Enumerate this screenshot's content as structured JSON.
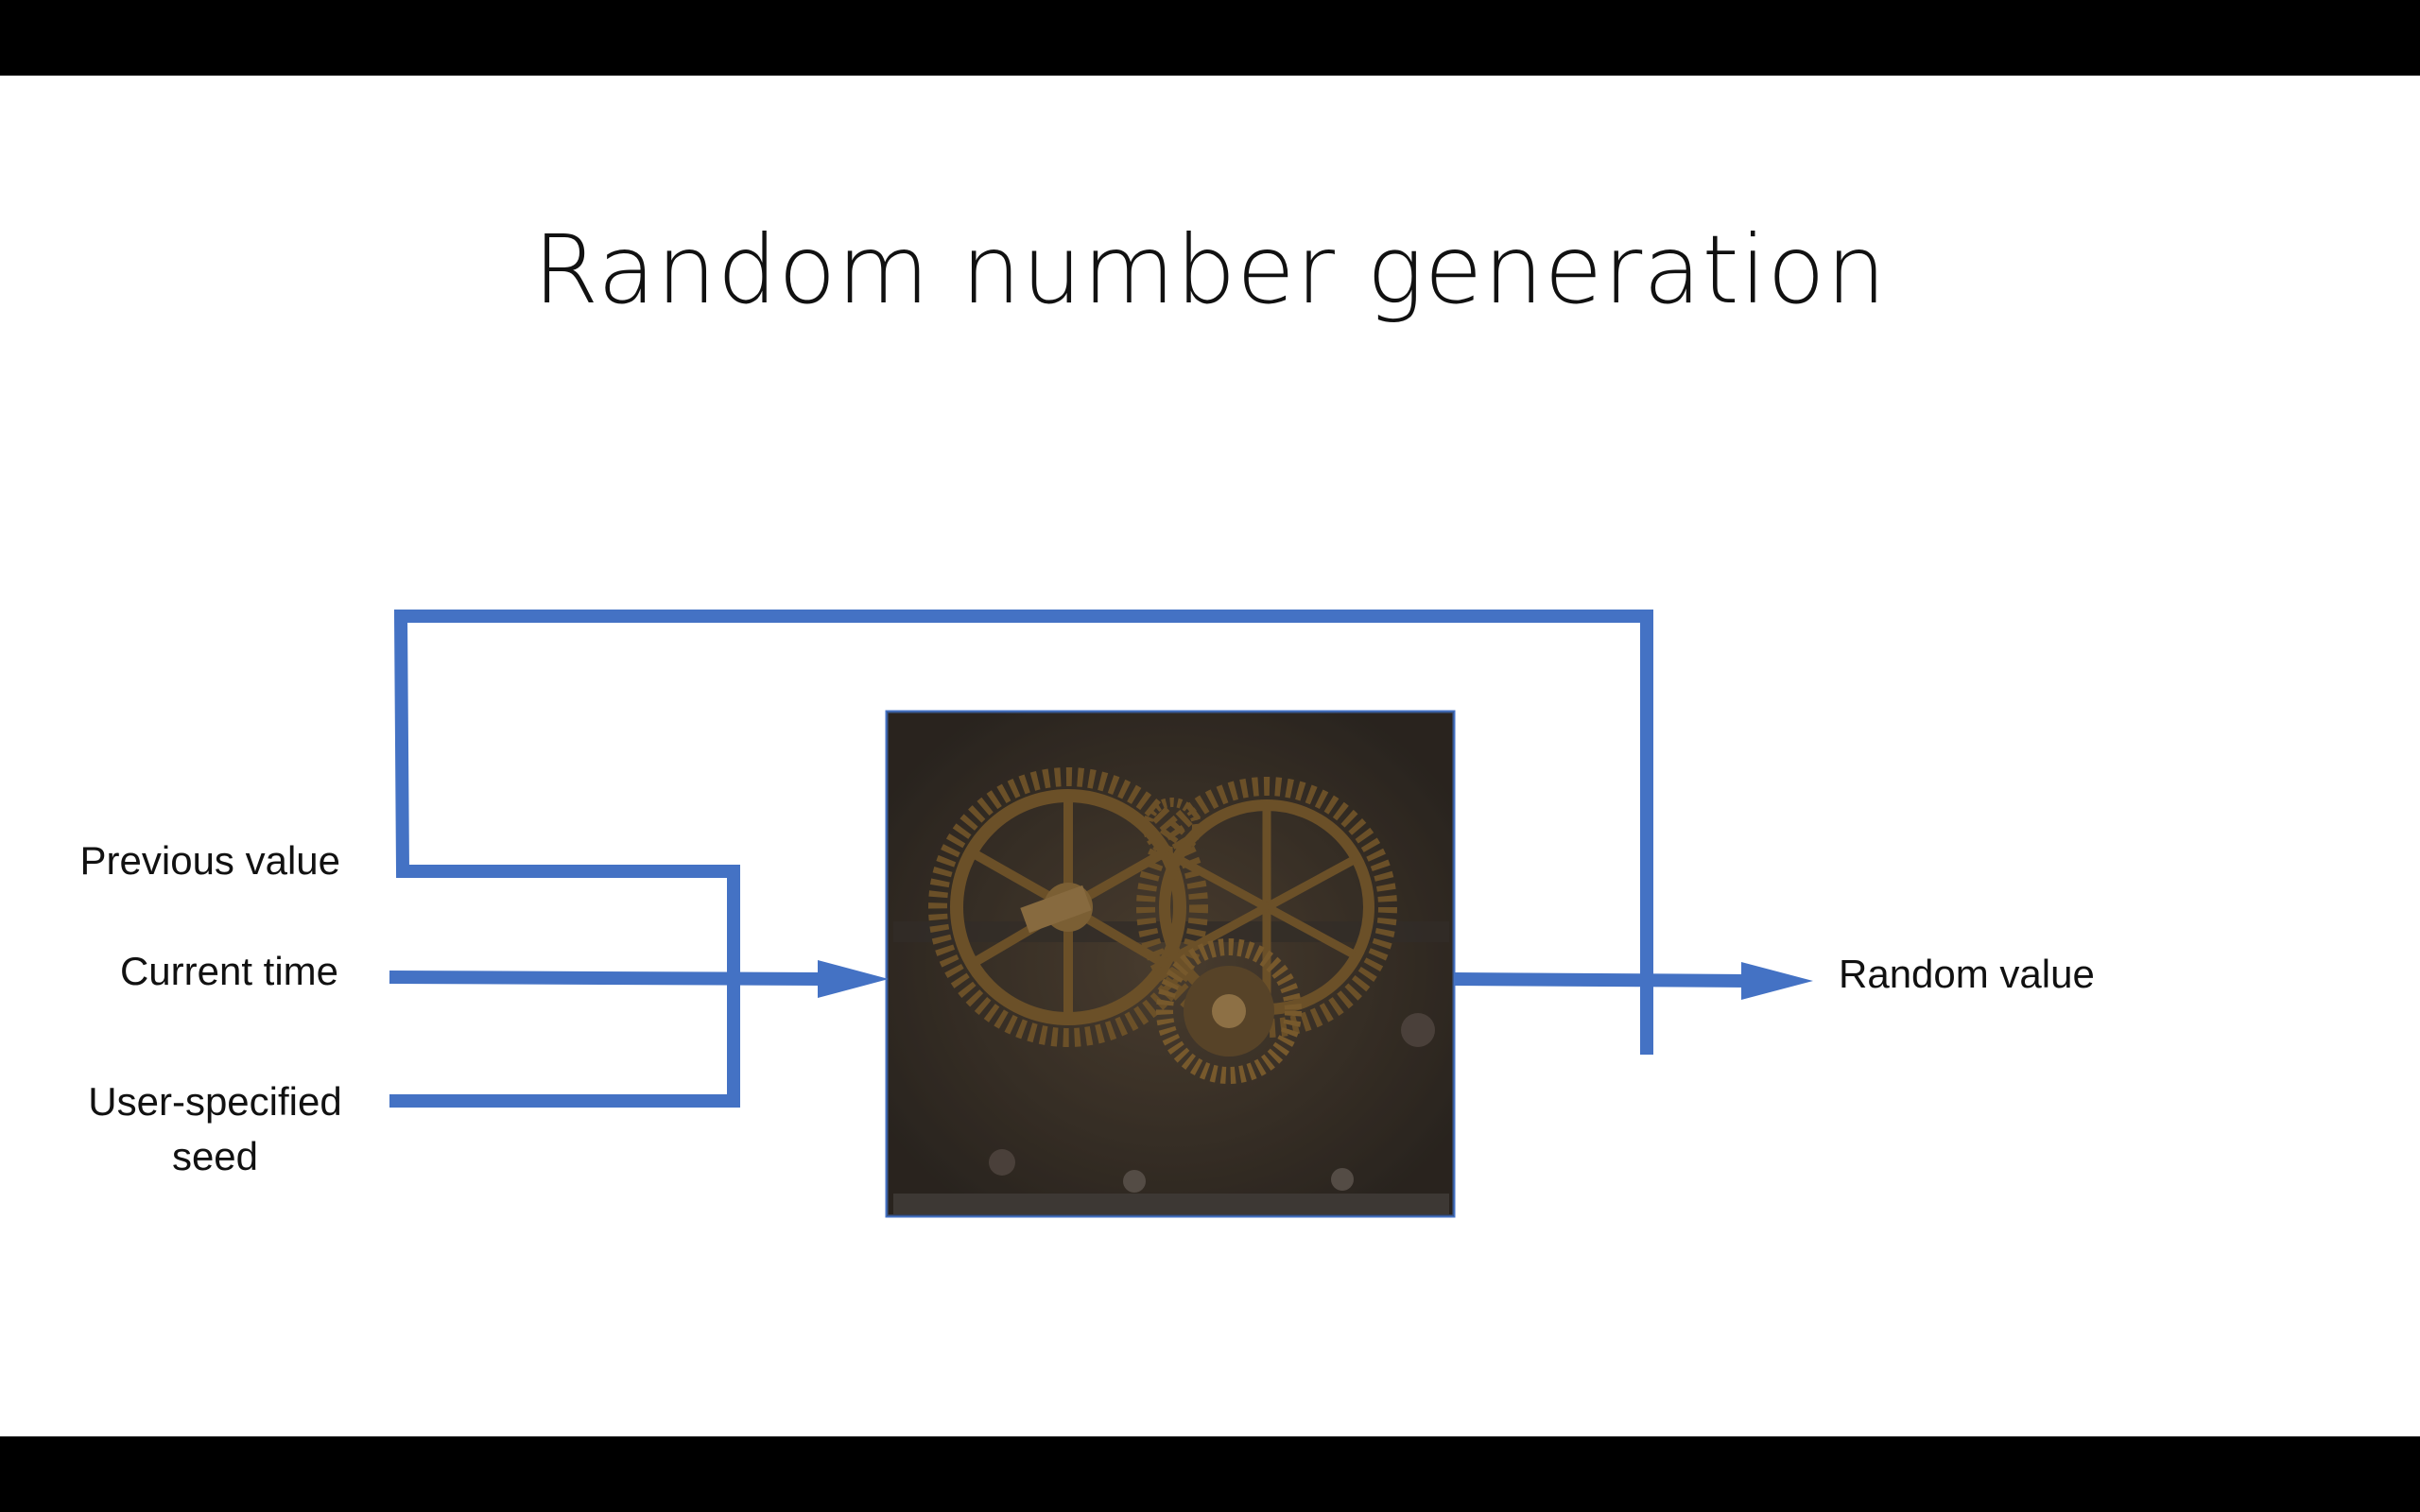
{
  "slide": {
    "title": "Random number generation",
    "inputs": {
      "previous_value": "Previous value",
      "current_time": "Current time",
      "user_seed": "User-specified seed"
    },
    "output": "Random value",
    "generator_image": "gears-machinery",
    "colors": {
      "line": "#4472C4",
      "background": "#FFFFFF",
      "letterbox": "#000000",
      "image_dark": "#3A3028",
      "gear_bronze": "#8A6630"
    }
  }
}
